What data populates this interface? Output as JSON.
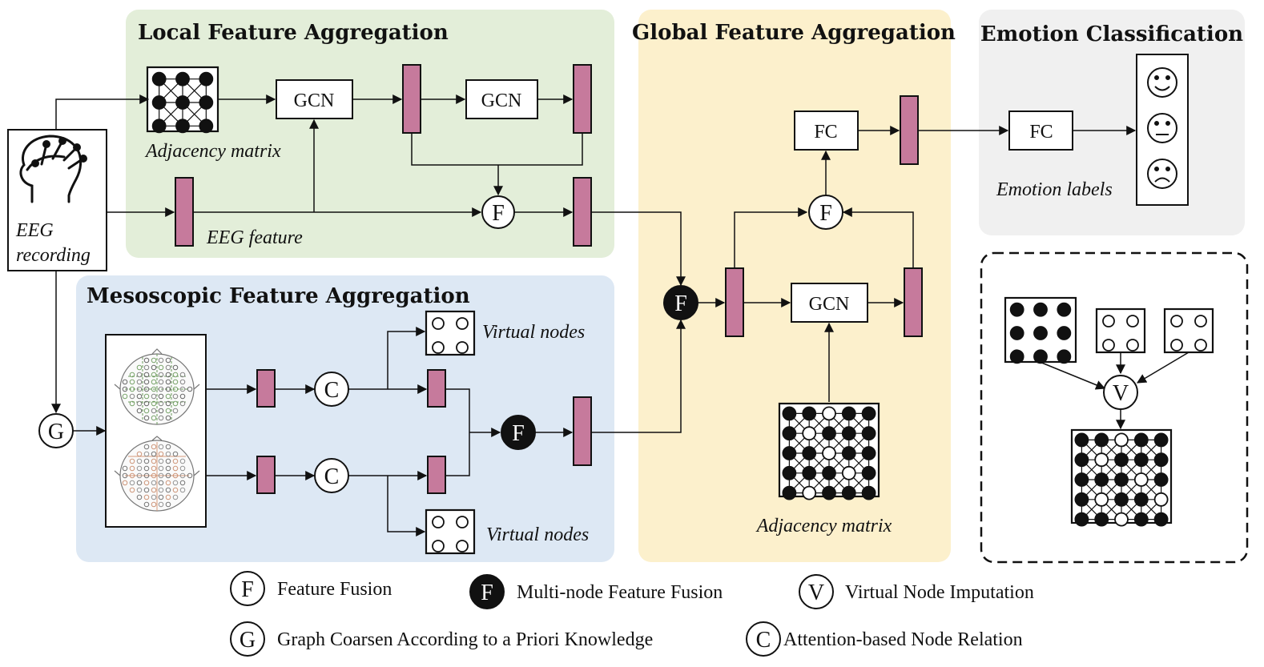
{
  "panels": {
    "local_title": "Local Feature Aggregation",
    "global_title": "Global Feature Aggregation",
    "emotion_title": "Emotion Classification",
    "meso_title": "Mesoscopic Feature Aggregation"
  },
  "labels": {
    "gcn": "GCN",
    "fc": "FC",
    "adjacency": "Adjacency matrix",
    "eeg_feature": "EEG feature",
    "eeg_recording_1": "EEG",
    "eeg_recording_2": "recording",
    "virtual_nodes": "Virtual nodes",
    "emotion_labels": "Emotion labels"
  },
  "symbols": {
    "fusion": "F",
    "coarsen": "G",
    "attention": "C",
    "imputation": "V"
  },
  "legend": {
    "fusion": "Feature Fusion",
    "multi_fusion": "Multi-node Feature Fusion",
    "imputation": "Virtual Node Imputation",
    "coarsen": "Graph Coarsen According to a Priori Knowledge",
    "attention": "Attention-based Node Relation"
  },
  "colors": {
    "local_bg": "#e3eed9",
    "global_bg": "#fcf0cc",
    "emotion_bg": "#f0f0f0",
    "meso_bg": "#dde8f4",
    "feature": "#c67a9c"
  },
  "icons": {
    "head": "eeg-head-icon",
    "happy": "happy-face-icon",
    "neutral": "neutral-face-icon",
    "sad": "sad-face-icon"
  }
}
